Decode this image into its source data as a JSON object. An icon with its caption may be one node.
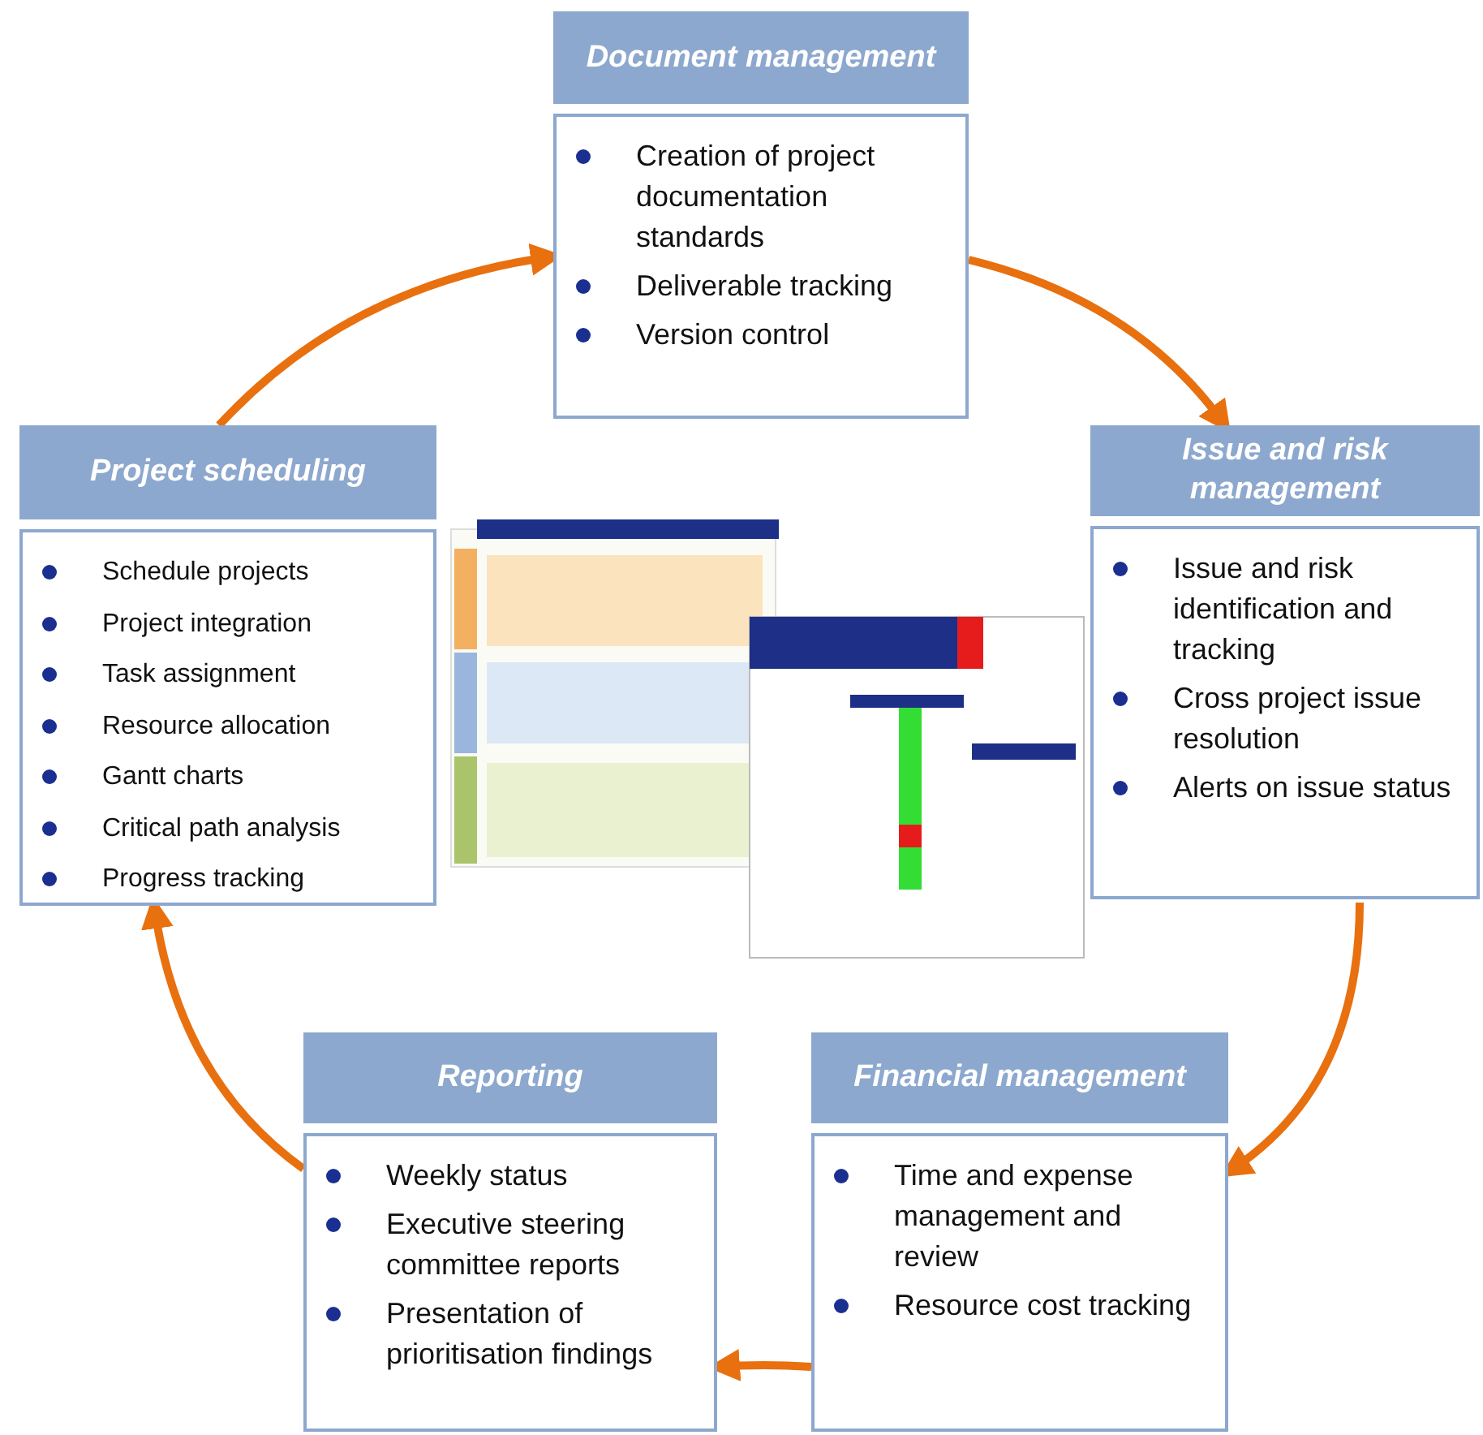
{
  "diagram": {
    "nodes": [
      {
        "text": [
          "Document management",
          "Creation of project documentation standards",
          "Deliverable tracking",
          "Version control"
        ]
      },
      {
        "text": [
          "Issue and risk management",
          "Issue and risk identification and tracking",
          "Cross project issue resolution",
          "Alerts on issue status"
        ]
      },
      {
        "text": [
          "Financial management",
          "Time and expense management and review",
          "Resource cost tracking"
        ]
      },
      {
        "text": [
          "Reporting",
          "Weekly status",
          "Executive steering committee reports",
          "Presentation of prioritisation findings"
        ]
      },
      {
        "text": [
          "Project scheduling",
          "Schedule projects",
          "Project integration",
          "Task assignment",
          "Resource allocation",
          "Gantt charts",
          "Critical path analysis",
          "Progress tracking"
        ]
      }
    ],
    "edges": [
      {
        "from": 0,
        "to": 1,
        "arrow": "to"
      },
      {
        "from": 1,
        "to": 2,
        "arrow": "to"
      },
      {
        "from": 2,
        "to": 3,
        "arrow": "to"
      },
      {
        "from": 3,
        "to": 4,
        "arrow": "to"
      },
      {
        "from": 4,
        "to": 0,
        "arrow": "to"
      }
    ]
  }
}
